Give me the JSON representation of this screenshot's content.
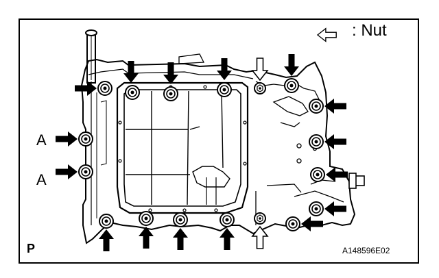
{
  "legend": {
    "nut_label": ": Nut"
  },
  "callouts": {
    "a_label_1": "A",
    "a_label_2": "A"
  },
  "corner_mark": "P",
  "figure_code": "A148596E02",
  "colors": {
    "line": "#000000",
    "background": "#ffffff"
  }
}
